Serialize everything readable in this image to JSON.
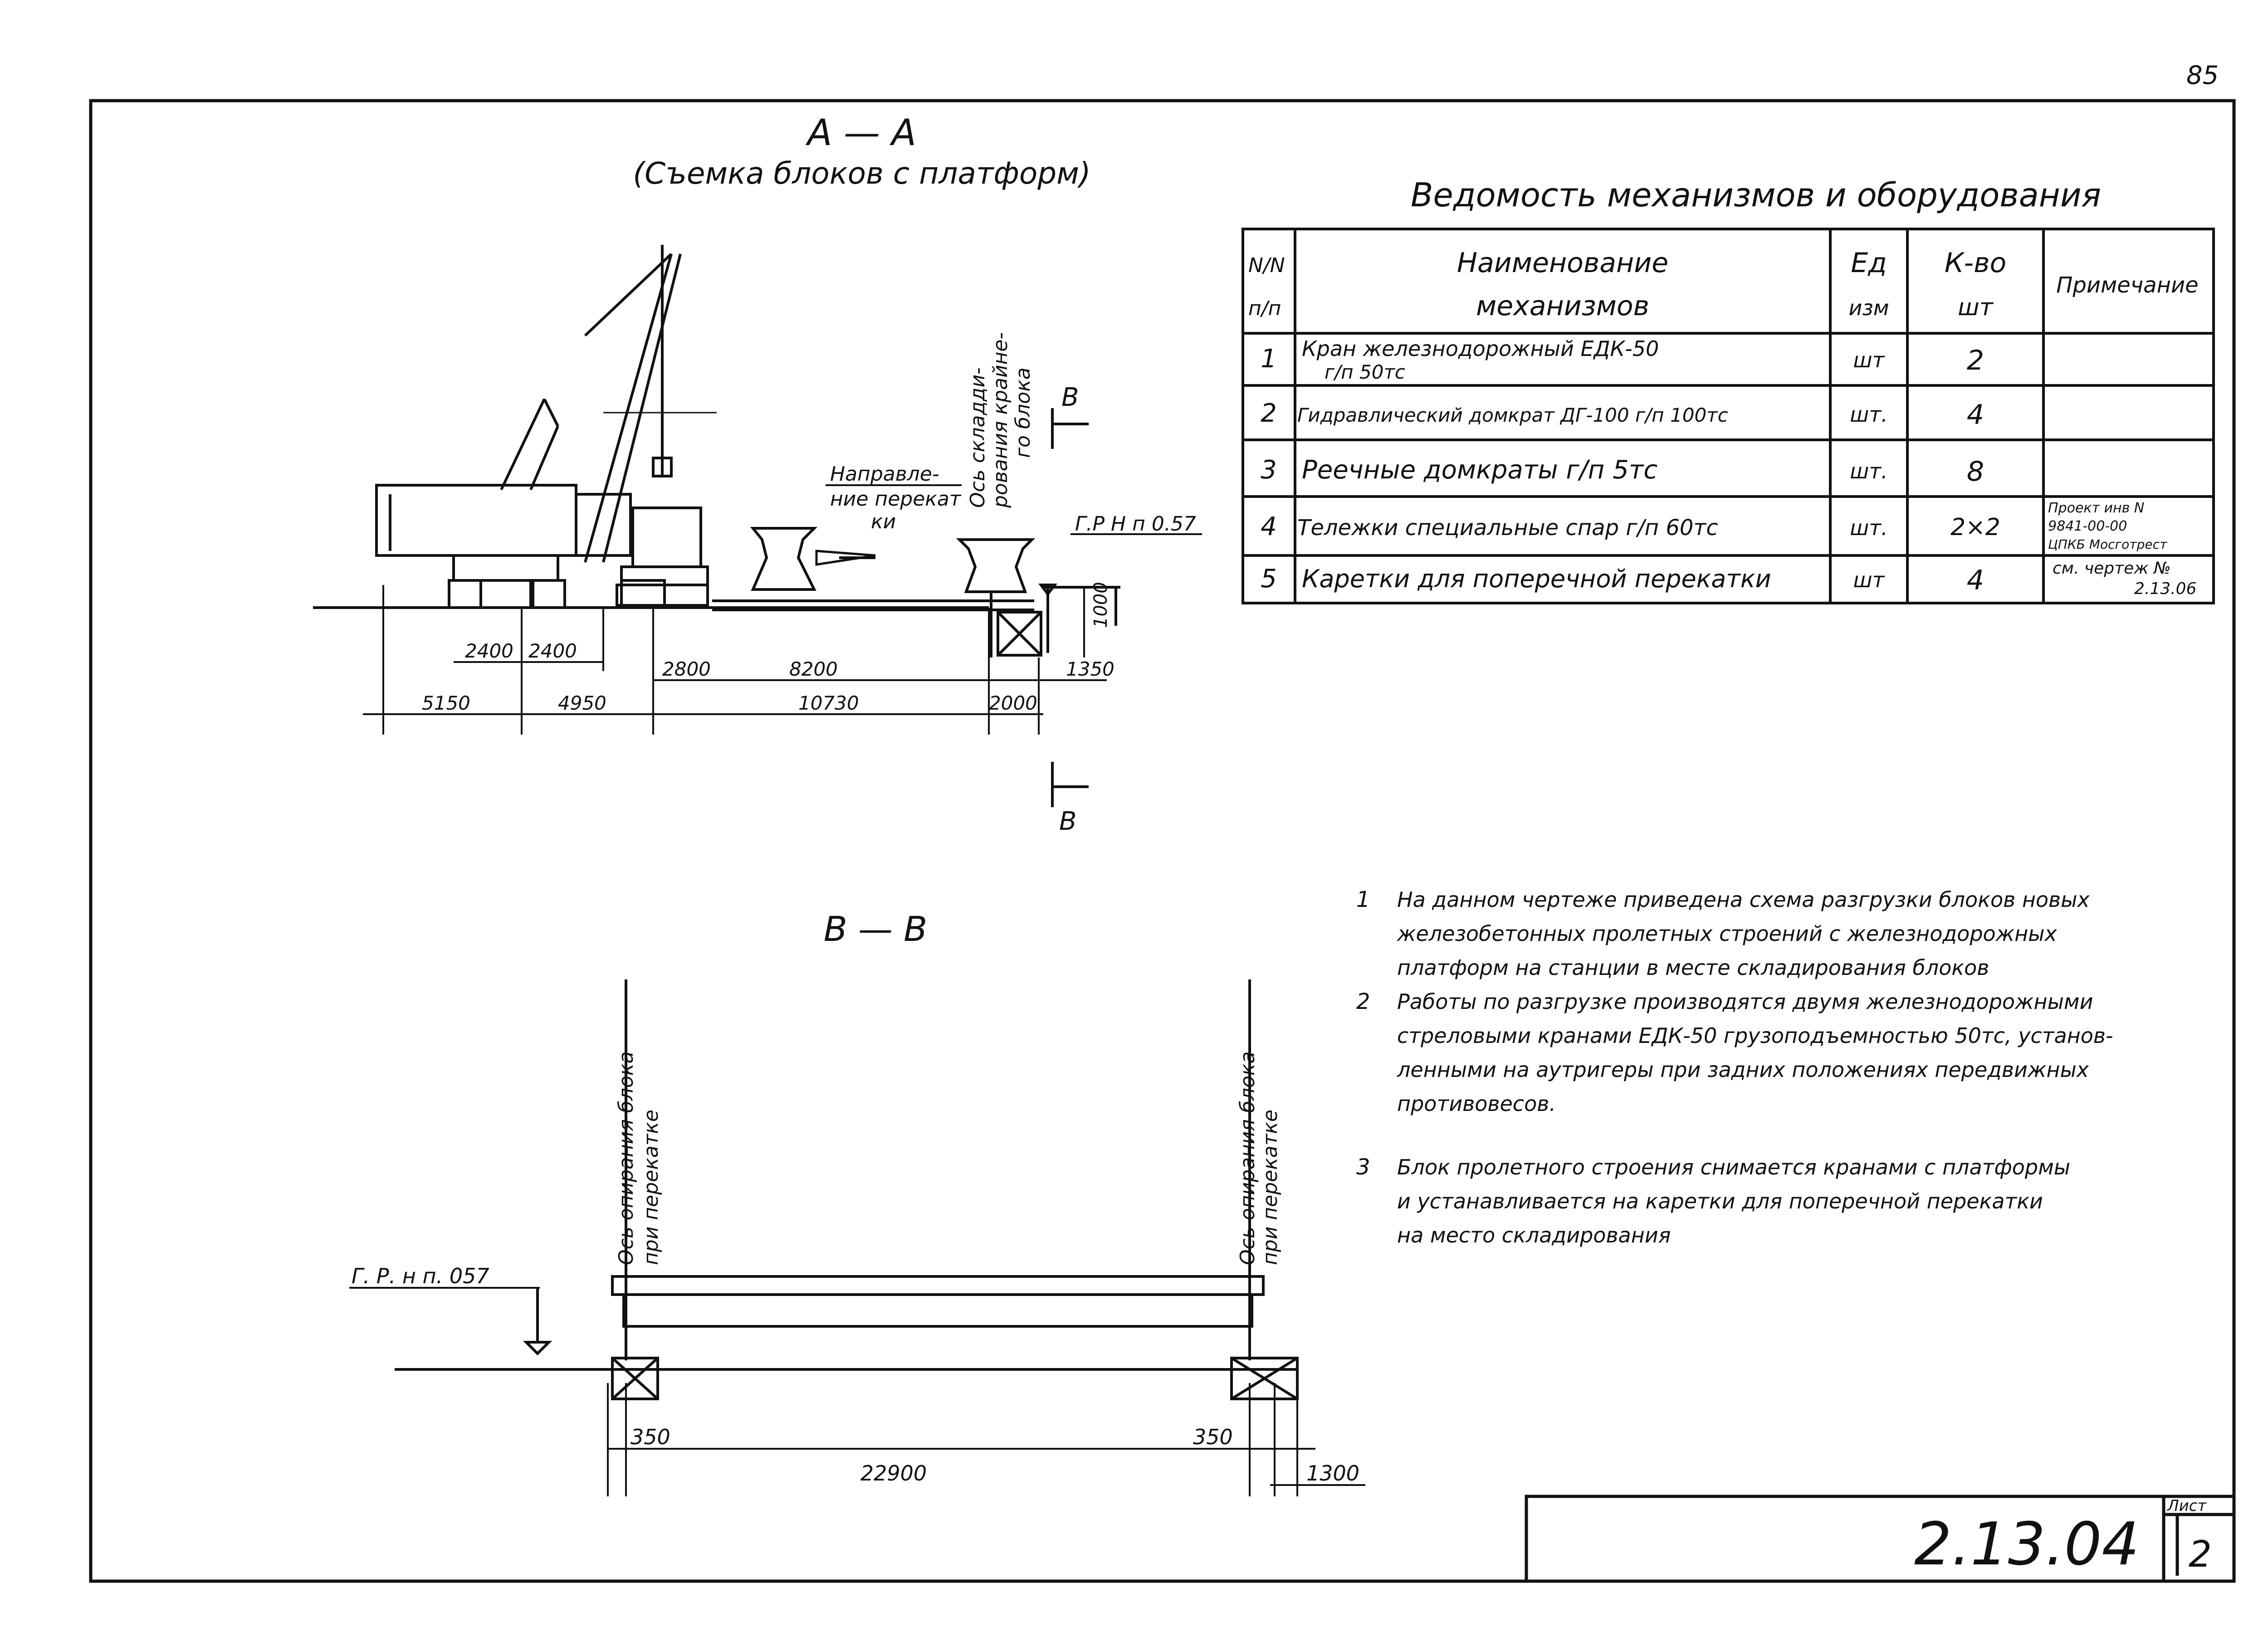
{
  "page_number": "85",
  "section_aa": {
    "title": "А — А",
    "subtitle": "(Съемка блоков с платформ)",
    "labels": {
      "direction": [
        "Направле-",
        "ние перекат",
        "ки"
      ],
      "axis": [
        "Ось складди-",
        "рования крайне-",
        "го блока"
      ],
      "section_mark": "В",
      "grade": "Г.Р Н п 0.57"
    },
    "dims": {
      "d2400a": "2400",
      "d2400b": "2400",
      "d2800": "2800",
      "d8200": "8200",
      "d1350": "1350",
      "d1000": "1000",
      "d5150": "5150",
      "d4950": "4950",
      "d10730": "10730",
      "d2000": "2000"
    }
  },
  "section_bb": {
    "title": "В — В",
    "axis_left": [
      "Ось опирания блока",
      "при перекатке"
    ],
    "axis_right": [
      "Ось опирания блока",
      "при перекатке"
    ],
    "grade": "Г. Р. н п. 057",
    "dims": {
      "d350a": "350",
      "d350b": "350",
      "d22900": "22900",
      "d1300": "1300"
    }
  },
  "table": {
    "title": "Ведомость механизмов и оборудования",
    "headers": {
      "num": [
        "N/N",
        "п/п"
      ],
      "name": [
        "Наименование",
        "механизмов"
      ],
      "unit": [
        "Ед",
        "изм"
      ],
      "qty": [
        "К-во",
        "шт"
      ],
      "note": "Примечание"
    },
    "rows": [
      {
        "num": "1",
        "name": [
          "Кран железнодорожный ЕДК-50",
          "г/п 50тс"
        ],
        "unit": "шт",
        "qty": "2",
        "note": []
      },
      {
        "num": "2",
        "name": [
          "Гидравлический домкрат ДГ-100 г/п 100тс"
        ],
        "unit": "шт.",
        "qty": "4",
        "note": []
      },
      {
        "num": "3",
        "name": [
          "Реечные домкраты г/п 5тс"
        ],
        "unit": "шт.",
        "qty": "8",
        "note": []
      },
      {
        "num": "4",
        "name": [
          "Тележки специальные спар г/п 60тс"
        ],
        "unit": "шт.",
        "qty": "2×2",
        "note": [
          "Проект инв N",
          "9841-00-00",
          "ЦПКБ Мосготрест"
        ]
      },
      {
        "num": "5",
        "name": [
          "Каретки для поперечной перекатки"
        ],
        "unit": "шт",
        "qty": "4",
        "note": [
          "см. чертеж №",
          "2.13.06"
        ]
      }
    ]
  },
  "notes": [
    {
      "num": "1",
      "lines": [
        "На данном чертеже приведена схема разгрузки блоков новых",
        "железобетонных пролетных строений с железнодорожных",
        "платформ на станции в месте складирования блоков"
      ]
    },
    {
      "num": "2",
      "lines": [
        "Работы по разгрузке производятся двумя железнодорожными",
        "стреловыми кранами ЕДК-50 грузоподъемностью 50тс, установ-",
        "ленными на аутригеры при задних положениях передвижных",
        "противовесов."
      ]
    },
    {
      "num": "3",
      "lines": [
        "Блок пролетного строения снимается кранами с платформы",
        "и устанавливается на каретки для поперечной перекатки",
        "на место складирования"
      ]
    }
  ],
  "title_block": {
    "doc_number": "2.13.04",
    "sheet_label": "Лист",
    "sheet_number": "2"
  }
}
